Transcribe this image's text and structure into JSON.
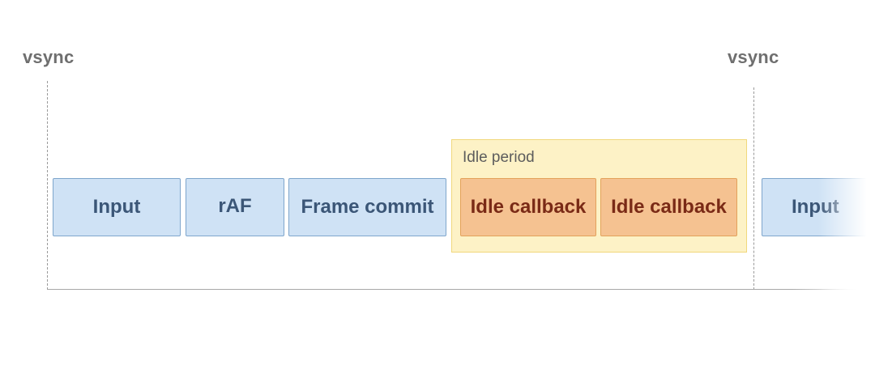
{
  "vsync_labels": [
    "vsync",
    "vsync"
  ],
  "idle_period": {
    "label": "Idle period"
  },
  "tasks": [
    {
      "label": "Input",
      "kind": "frame"
    },
    {
      "label": "rAF",
      "kind": "frame"
    },
    {
      "label": "Frame commit",
      "kind": "frame"
    },
    {
      "label": "Idle callback",
      "kind": "idle"
    },
    {
      "label": "Idle callback",
      "kind": "idle"
    },
    {
      "label": "Input",
      "kind": "frame"
    }
  ],
  "colors": {
    "frame_fill": "#cfe2f5",
    "frame_border": "#7fa6cc",
    "frame_text": "#3b5677",
    "idle_task_fill": "#f5c291",
    "idle_task_border": "#e3a25b",
    "idle_task_text": "#7a2a16",
    "idle_region_fill": "#fdf2c6",
    "idle_region_border": "#f1d87c"
  }
}
